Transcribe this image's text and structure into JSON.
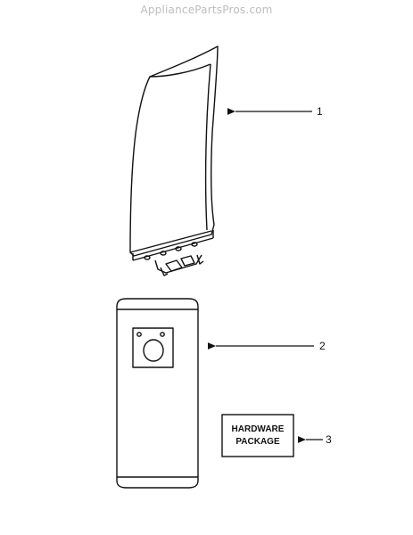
{
  "watermark": "AppliancePartsPros.com",
  "callouts": [
    "1",
    "2",
    "3"
  ],
  "hardware_package": {
    "line1": "HARDWARE",
    "line2": "PACKAGE"
  }
}
